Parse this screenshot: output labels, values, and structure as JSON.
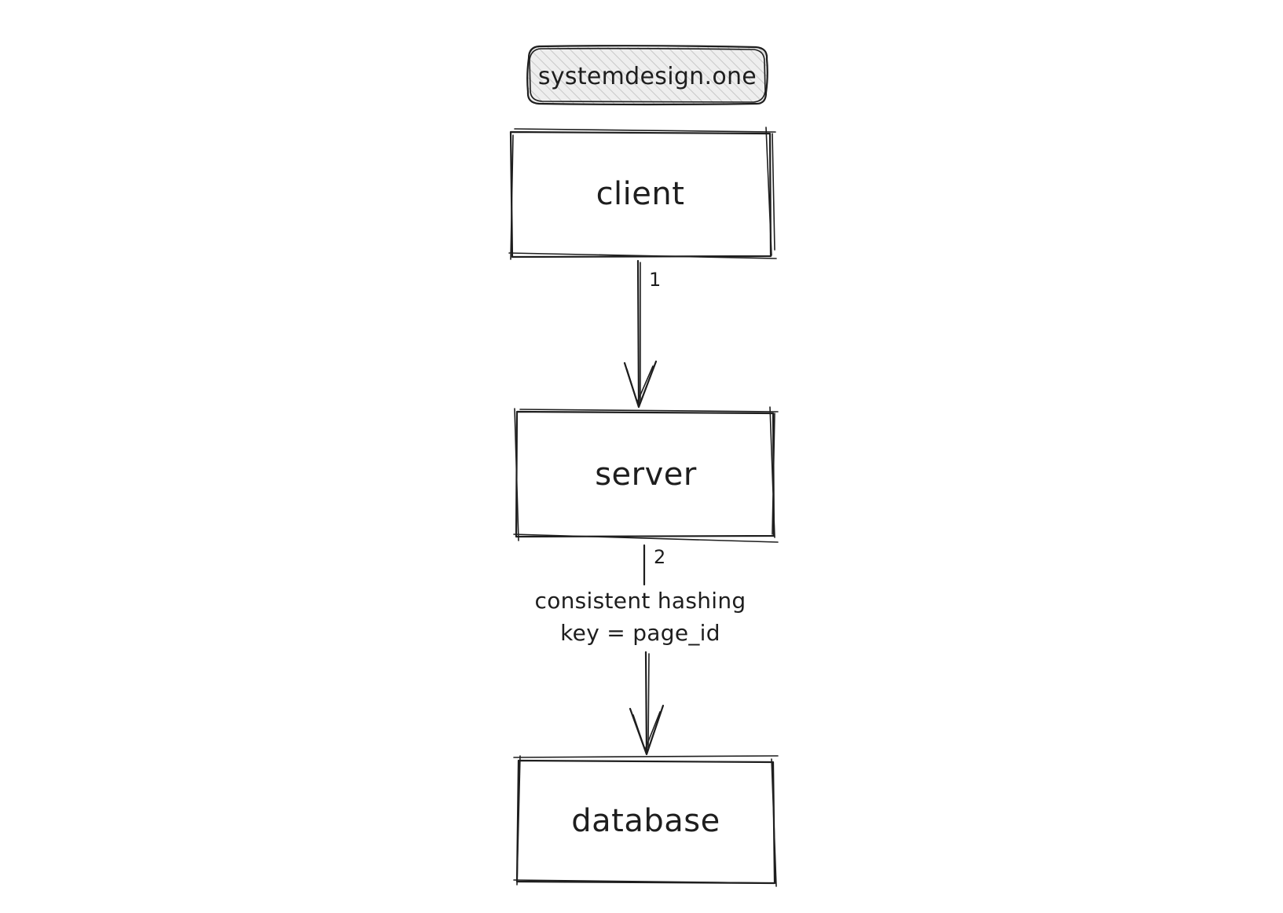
{
  "badge": {
    "label": "systemdesign.one"
  },
  "nodes": {
    "client": {
      "label": "client"
    },
    "server": {
      "label": "server"
    },
    "database": {
      "label": "database"
    }
  },
  "edges": {
    "client_to_server": {
      "step": "1"
    },
    "server_to_database": {
      "step": "2",
      "label_line1": "consistent hashing",
      "label_line2": "key = page_id"
    }
  },
  "colors": {
    "stroke": "#1e1e1e",
    "background": "#ffffff",
    "badge_fill": "#eeeeee"
  }
}
